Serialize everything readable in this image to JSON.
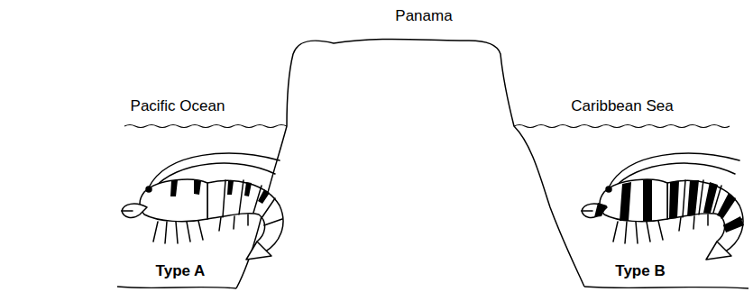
{
  "diagram": {
    "labels": [
      "Panama",
      "Pacific Ocean",
      "Caribbean Sea",
      "Type A",
      "Type B"
    ]
  }
}
